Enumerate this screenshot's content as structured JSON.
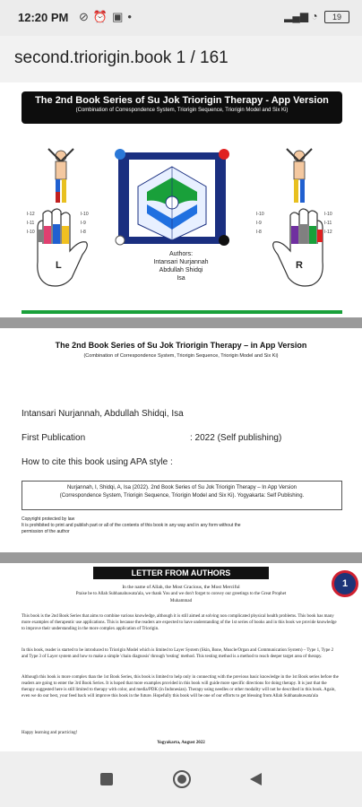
{
  "status_bar": {
    "time": "12:20 PM",
    "battery": "19"
  },
  "title_bar": {
    "title": "second.triorigin.book 1 / 161"
  },
  "page1": {
    "banner_title": "The 2nd Book Series of Su Jok Triorigin Therapy - App Version",
    "banner_subtitle": "(Combination of Correspondence System, Triorigin Sequence, Triorigin Model and Six Ki)",
    "authors_label": "Authors:",
    "authors": [
      "Intansari Nurjannah",
      "Abdullah Shidqi",
      "Isa"
    ],
    "left_hand_letter": "L",
    "right_hand_letter": "R"
  },
  "page2": {
    "title": "The 2nd Book Series of Su Jok Triorigin Therapy – in App Version",
    "subtitle": "(Combination of Correspondence System, Triorigin Sequence, Triorigin Model and Six Ki)",
    "authors_line": "Intansari Nurjannah, Abdullah Shidqi, Isa",
    "publication_label": "First Publication",
    "publication_value": ": 2022  (Self publishing)",
    "cite_label": "How to cite this book using APA style     :",
    "citation_line1": "Nurjannah, I, Shidqi, A, Isa (2022). 2nd Book Series of Su Jok Triorigin Therapy – In App Version",
    "citation_line2": "(Correspondence System, Triorigin Sequence,  Triorigin Model and Six Ki). Yogyakarta: Self Publishing.",
    "copyright_line1": "Copyright protected by law",
    "copyright_line2": "It is prohibited to print and publish part or all of the contents of this book in any way and in any form without the",
    "copyright_line3": "permission of the author"
  },
  "page3": {
    "header": "LETTER FROM AUTHORS",
    "greeting1": "In the name of Allah, the Most Gracious, the Most Merciful",
    "greeting2": "Praise be to Allah Subhanahuwata'ala, we thank You and we don't forget to convey our greetings to the Great Prophet",
    "greeting3": "Muhammad",
    "para1": "This book is the 2nd Book Series that aims to combine various knowledge, although it is still aimed at solving non complicated physical health problems. This book has many more examples of therapeutic use applications. This is because the readers are expected to have understanding of the 1st series of books and in this book we provide knowledge to improve their understanding in the more complex application of Triorigin.",
    "para2": "In this book, reader is started to be introduced to Triorigin Model which is limited to Layer System (Skin, Bone, Muscle/Organ and Communication System) – Type 1, Type 2 and Type 3 of Layer system and how to make a simple 'chain diagnosis' through 'testing' method. This testing method is a method to reach deeper target area of therapy.",
    "para3": "Although this book is more complex than the 1st Book Series, this book is limited to help only in connecting with the previous basic knowledge in the 1st Book series before the readers are going to enter the 3rd Book Series. It is hoped that more examples provided in this book will guide more specific directions for doing therapy. It is just that the therapy suggested here is still limited to therapy with color, and media/PDK (in Indonesian). Therapy using needles or other modality will not be described in this book. Again, even we do our best, your feed back will improve this book in the future. Hopefully this book will be one of our efforts to get blessing from Allah Subhanahuwata'ala",
    "closing": "Happy learning and practicing!",
    "place_date": "Yogyakarta, August 2022"
  },
  "fab": {
    "label": "1"
  },
  "colors": {
    "banner": "#0d0d0d",
    "accent_green": "#19a03a",
    "fab_fill": "#1e3478",
    "fab_ring": "#d02030"
  },
  "nav_icons": [
    "square-icon",
    "circle-icon",
    "back-triangle-icon"
  ]
}
